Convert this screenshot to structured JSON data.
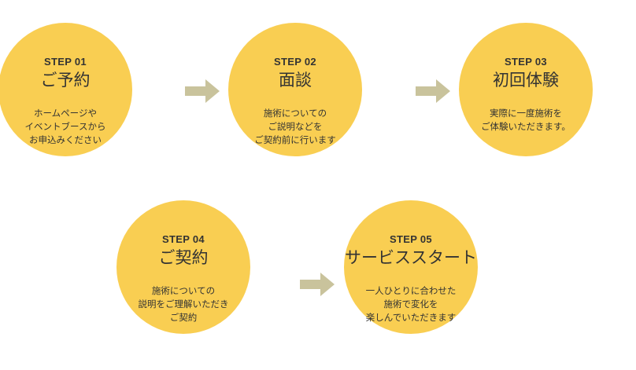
{
  "steps": [
    {
      "label": "STEP 01",
      "title": "ご予約",
      "desc": [
        "ホームページや",
        "イベントブースから",
        "お申込みください"
      ]
    },
    {
      "label": "STEP 02",
      "title": "面談",
      "desc": [
        "施術についての",
        "ご説明などを",
        "ご契約前に行います"
      ]
    },
    {
      "label": "STEP 03",
      "title": "初回体験",
      "desc": [
        "実際に一度施術を",
        "ご体験いただきます。"
      ]
    },
    {
      "label": "STEP 04",
      "title": "ご契約",
      "desc": [
        "施術についての",
        "説明をご理解いただき",
        "ご契約"
      ]
    },
    {
      "label": "STEP 05",
      "title": "サービススタート",
      "desc": [
        "一人ひとりに合わせた",
        "施術で変化を",
        "楽しんでいただきます"
      ]
    }
  ],
  "colors": {
    "circle": "#f9ce52",
    "arrow": "#c9c39c",
    "text": "#333333"
  },
  "icons": {
    "arrow": "arrow-right-icon"
  }
}
